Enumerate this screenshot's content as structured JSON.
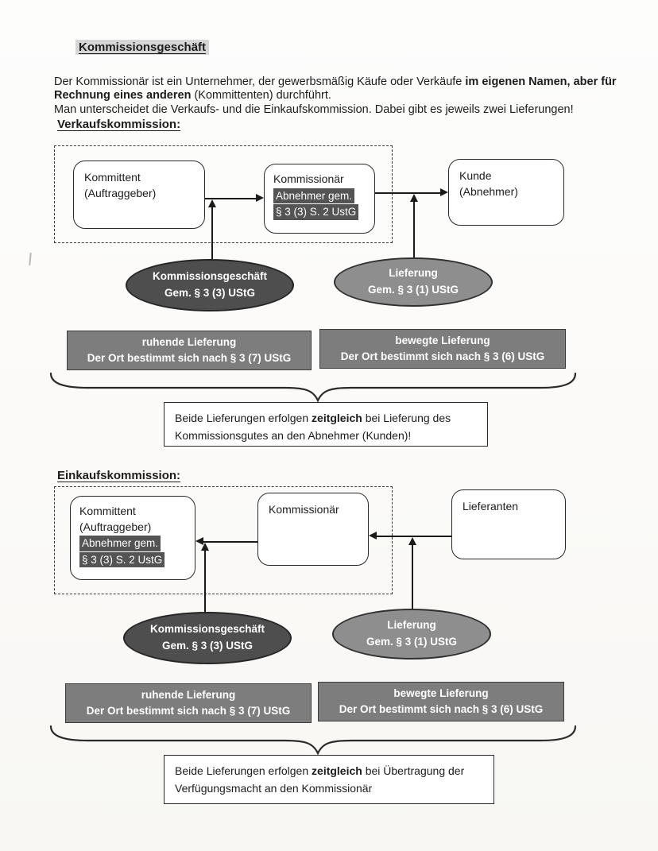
{
  "header": {
    "title": "Kommissionsgeschäft",
    "p1_a": "Der Kommissionär ist ein Unternehmer, der gewerbsmäßig Käufe oder Verkäufe ",
    "p1_b": "im eigenen Namen, aber für Rechnung eines anderen",
    "p1_c": " (Kommittenten)  durchführt.",
    "p2": "Man unterscheidet die Verkaufs- und die Einkaufskommission. Dabei gibt es jeweils zwei Lieferungen!"
  },
  "verkauf": {
    "title": "Verkaufskommission:",
    "kommittent_l1": "Kommittent",
    "kommittent_l2": "(Auftraggeber)",
    "kommissionaer": "Kommissionär",
    "kommissionaer_hl1": "Abnehmer gem.",
    "kommissionaer_hl2": "§ 3 (3) S. 2 UstG",
    "kunde_l1": "Kunde",
    "kunde_l2": "(Abnehmer)",
    "ellipse_dark_l1": "Kommissionsgeschäft",
    "ellipse_dark_l2": "Gem. § 3 (3) UStG",
    "ellipse_gray_l1": "Lieferung",
    "ellipse_gray_l2": "Gem. § 3 (1) UStG",
    "bar_left_l1": "ruhende Lieferung",
    "bar_left_l2": "Der Ort bestimmt sich nach § 3 (7) UStG",
    "bar_right_l1": "bewegte Lieferung",
    "bar_right_l2": "Der Ort bestimmt sich nach § 3 (6) UStG",
    "note_a": "Beide Lieferungen erfolgen ",
    "note_b": "zeitgleich",
    "note_c": " bei Lieferung des Kommissionsgutes an den Abnehmer (Kunden)!"
  },
  "einkauf": {
    "title": "Einkaufskommission:",
    "kommittent_l1": "Kommittent",
    "kommittent_l2": "(Auftraggeber)",
    "kommittent_hl1": "Abnehmer gem.",
    "kommittent_hl2": "§ 3 (3) S. 2 UstG",
    "kommissionaer": "Kommissionär",
    "lieferanten": "Lieferanten",
    "ellipse_dark_l1": "Kommissionsgeschäft",
    "ellipse_dark_l2": "Gem. § 3 (3) UStG",
    "ellipse_gray_l1": "Lieferung",
    "ellipse_gray_l2": "Gem. § 3 (1) UStG",
    "bar_left_l1": "ruhende Lieferung",
    "bar_left_l2": "Der Ort bestimmt sich nach § 3 (7) UStG",
    "bar_right_l1": "bewegte Lieferung",
    "bar_right_l2": "Der Ort bestimmt sich nach § 3 (6) UStG",
    "note_a": "Beide Lieferungen erfolgen ",
    "note_b": "zeitgleich",
    "note_c": " bei Übertragung der Verfügungsmacht an den Kommissionär"
  },
  "colors": {
    "ellipse-dark": "#4e4e4e",
    "ellipse-gray": "#8e8e8e",
    "bar-gray": "#7d7d7d",
    "highlight-dark": "#545454",
    "heading-highlight": "#d6d6d6"
  }
}
